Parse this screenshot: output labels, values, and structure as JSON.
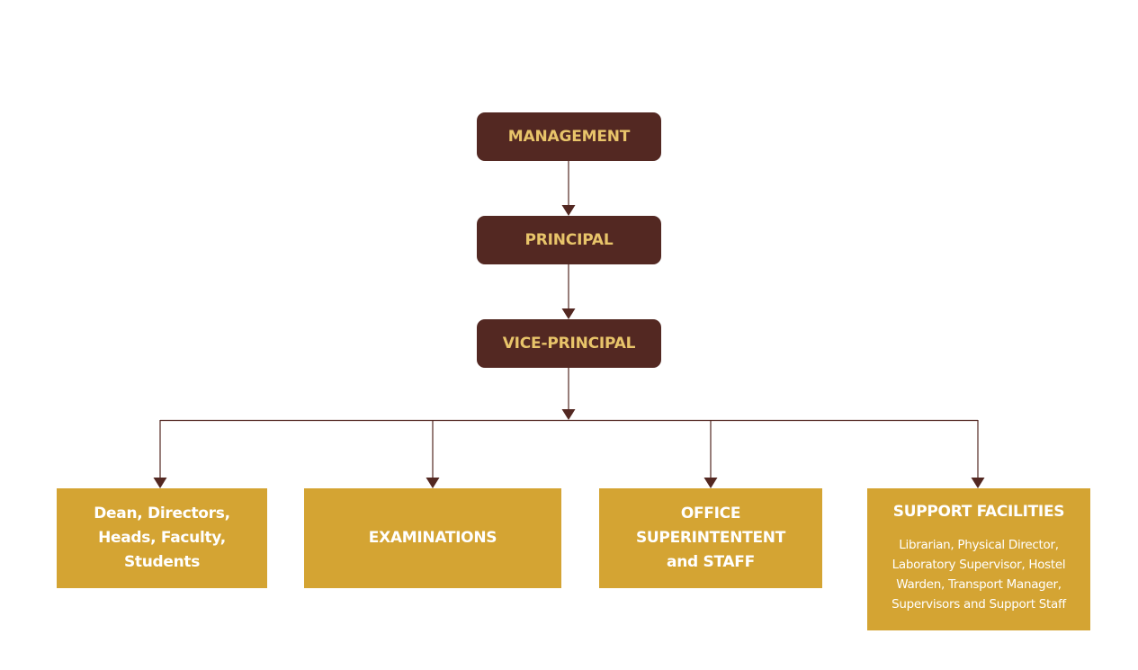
{
  "colors": {
    "top_box": "#532822",
    "top_text": "#e8c46a",
    "bottom_box": "#d4a433",
    "bottom_text": "#ffffff",
    "connector": "#532822"
  },
  "chart": {
    "management": "MANAGEMENT",
    "principal": "PRINCIPAL",
    "vice_principal": "VICE-PRINCIPAL",
    "departments": [
      {
        "label": "Dean, Directors,\nHeads, Faculty,\nStudents"
      },
      {
        "label": "EXAMINATIONS"
      },
      {
        "label": "OFFICE\nSUPERINTENTENT\nand STAFF"
      },
      {
        "label": "SUPPORT FACILITIES",
        "details": "Librarian, Physical Director, Laboratory Supervisor, Hostel Warden, Transport Manager, Supervisors and Support Staff"
      }
    ]
  }
}
